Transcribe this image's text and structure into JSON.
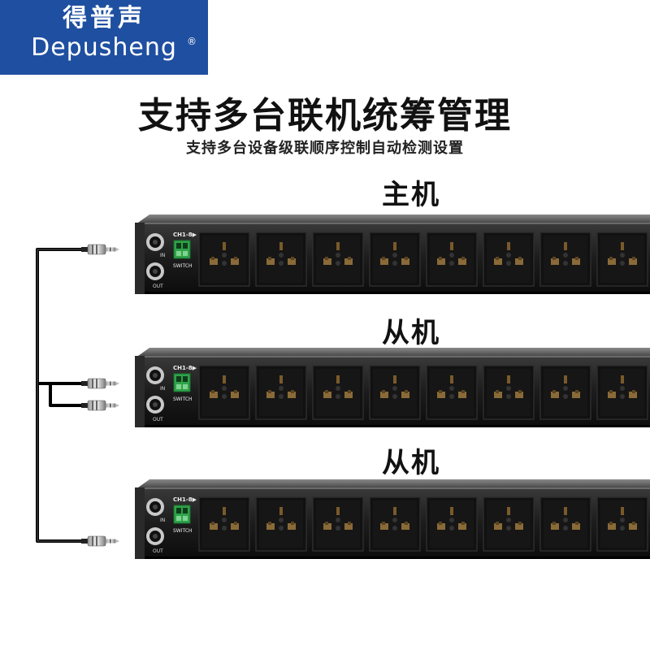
{
  "brand": {
    "name_cn": "得普声",
    "name_en": "Depusheng",
    "reg": "®",
    "color": "#1f4fa0"
  },
  "headline": "支持多台联机统筹管理",
  "subline": "支持多台设备级联顺序控制自动检测设置",
  "units": [
    {
      "label": "主机"
    },
    {
      "label": "从机"
    },
    {
      "label": "从机"
    }
  ],
  "panel": {
    "port_in": "IN",
    "port_out": "OUT",
    "channel": "CH1-8▶",
    "switch": "SWITCH",
    "outlet_count": 8
  }
}
